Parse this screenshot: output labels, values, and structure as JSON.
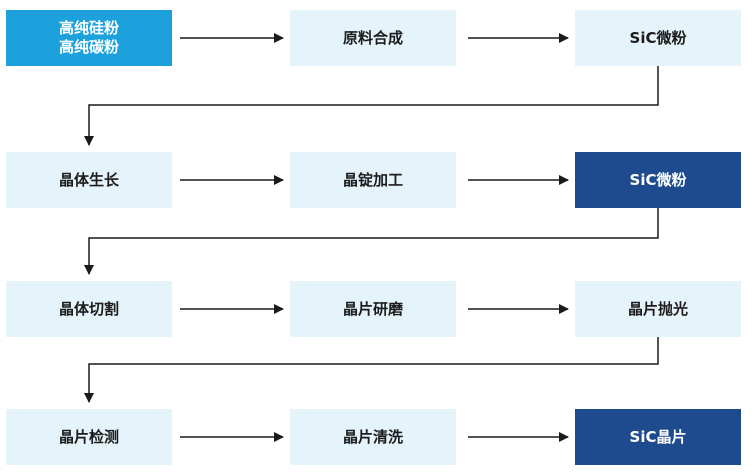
{
  "nodes": [
    {
      "id": "raw",
      "lines": [
        "高纯硅粉",
        "高纯碳粉"
      ]
    },
    {
      "id": "synthesis",
      "lines": [
        "原料合成"
      ]
    },
    {
      "id": "powder1",
      "lines": [
        "SiC微粉"
      ]
    },
    {
      "id": "growth",
      "lines": [
        "晶体生长"
      ]
    },
    {
      "id": "ingot",
      "lines": [
        "晶锭加工"
      ]
    },
    {
      "id": "powder2",
      "lines": [
        "SiC微粉"
      ]
    },
    {
      "id": "cutting",
      "lines": [
        "晶体切割"
      ]
    },
    {
      "id": "grinding",
      "lines": [
        "晶片研磨"
      ]
    },
    {
      "id": "polishing",
      "lines": [
        "晶片抛光"
      ]
    },
    {
      "id": "inspection",
      "lines": [
        "晶片检测"
      ]
    },
    {
      "id": "cleaning",
      "lines": [
        "晶片清洗"
      ]
    },
    {
      "id": "wafer",
      "lines": [
        "SiC晶片"
      ]
    }
  ],
  "colors": {
    "light_box": "#e5f3fa",
    "accent_light_blue": "#1da1dd",
    "accent_dark_blue": "#1e4b8e",
    "text_dark": "#1c1c1c",
    "arrow": "#1a1a1a"
  }
}
